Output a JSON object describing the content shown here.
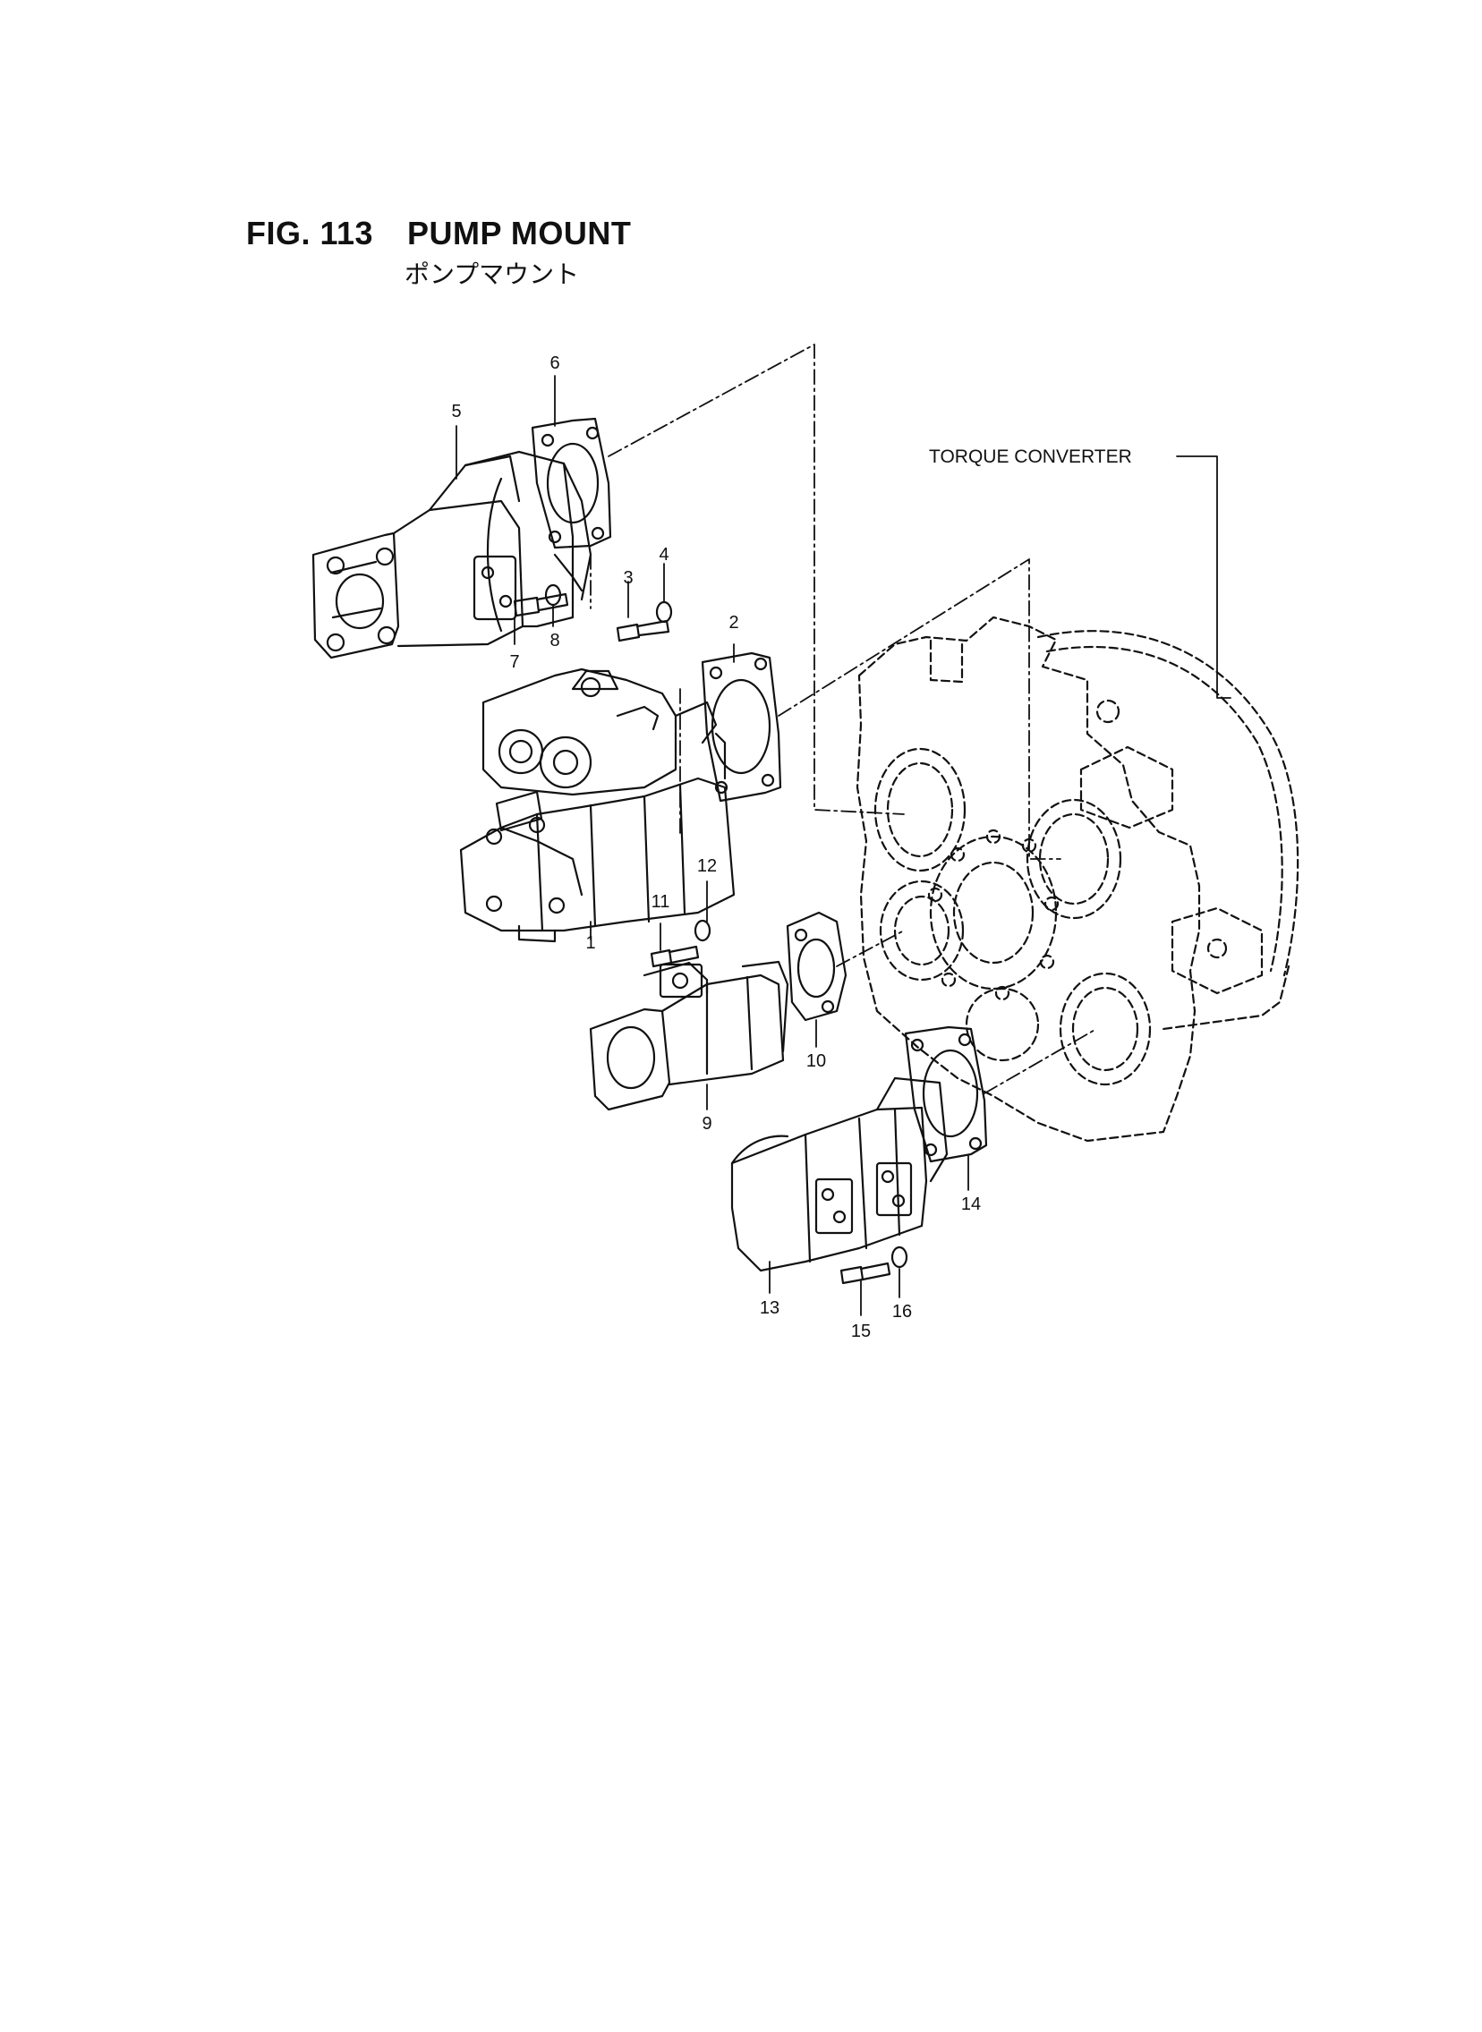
{
  "header": {
    "figure_number": "FIG. 113",
    "title": "PUMP MOUNT",
    "subtitle_jp": "ポンプマウント"
  },
  "labels": {
    "torque_converter": "TORQUE CONVERTER"
  },
  "callouts": [
    "1",
    "2",
    "3",
    "4",
    "5",
    "6",
    "7",
    "8",
    "9",
    "10",
    "11",
    "12",
    "13",
    "14",
    "15",
    "16"
  ],
  "colors": {
    "ink": "#111111",
    "paper": "#ffffff"
  }
}
